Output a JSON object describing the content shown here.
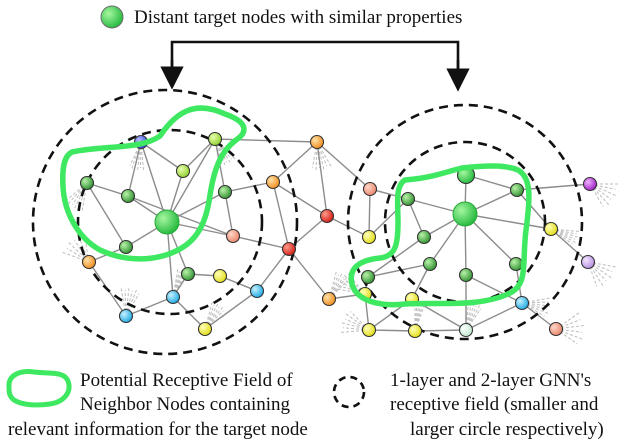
{
  "legend": {
    "target_label": "Distant target nodes with similar properties",
    "field_label_lines": [
      "Potential Receptive Field of",
      "Neighbor Nodes containing",
      "relevant information for the target node"
    ],
    "receptive_label_lines": [
      "1-layer and 2-layer GNN's",
      "receptive field (smaller and",
      "larger circle respectively)"
    ]
  },
  "colors": {
    "target": "#2fd44f",
    "highlight_stroke": "#3ee861",
    "edge": "#8c8c8c",
    "faint_edge": "#bdbdbd",
    "circle_dash": "#111111",
    "node_stroke": "#333333"
  }
}
